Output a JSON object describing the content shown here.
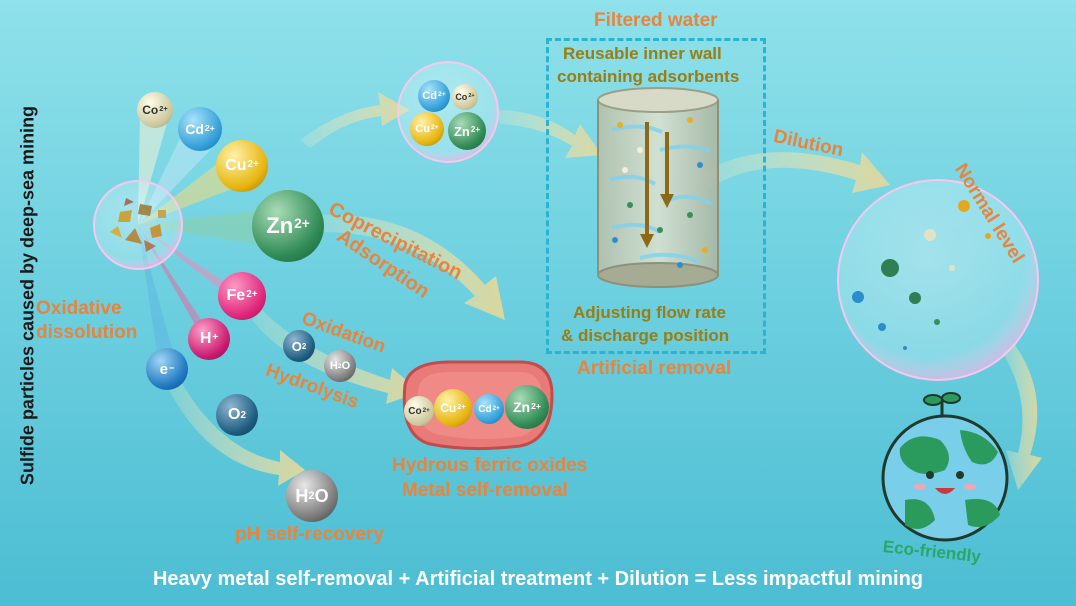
{
  "side_title": "Sulfide particles caused by deep-sea mining",
  "bottom_caption": "Heavy metal self-removal + Artificial treatment + Dilution = Less impactful mining",
  "labels": {
    "oxidative_dissolution_1": "Oxidative",
    "oxidative_dissolution_2": "dissolution",
    "coprecipitation": "Coprecipitation",
    "adsorption": "Adsorption",
    "oxidation": "Oxidation",
    "hydrolysis": "Hydrolysis",
    "ph_recovery": "pH self-recovery",
    "hfo_1": "Hydrous ferric oxides",
    "hfo_2": "Metal self-removal",
    "filtered_water": "Filtered water",
    "reusable_1": "Reusable inner wall",
    "reusable_2": "containing adsorbents",
    "adjusting_1": "Adjusting flow rate",
    "adjusting_2": "& discharge position",
    "artificial_removal": "Artificial removal",
    "dilution": "Dilution",
    "normal_level": "Normal level",
    "eco_friendly": "Eco-friendly"
  },
  "ions": {
    "co": "Co",
    "cd": "Cd",
    "cu": "Cu",
    "zn": "Zn",
    "fe": "Fe",
    "h": "H",
    "e": "e",
    "o2": "O",
    "h2o_h": "H",
    "h2o_o": "O",
    "charge2": "2+",
    "charge1": "+",
    "charge_minus": "−",
    "sub2": "2"
  },
  "colors": {
    "orange_text": "#e8843c",
    "olive_text": "#9a7d13",
    "dash_border": "#2bb3cf",
    "hfo_fill": "#e97070",
    "arrow": "#e7e0a6"
  }
}
